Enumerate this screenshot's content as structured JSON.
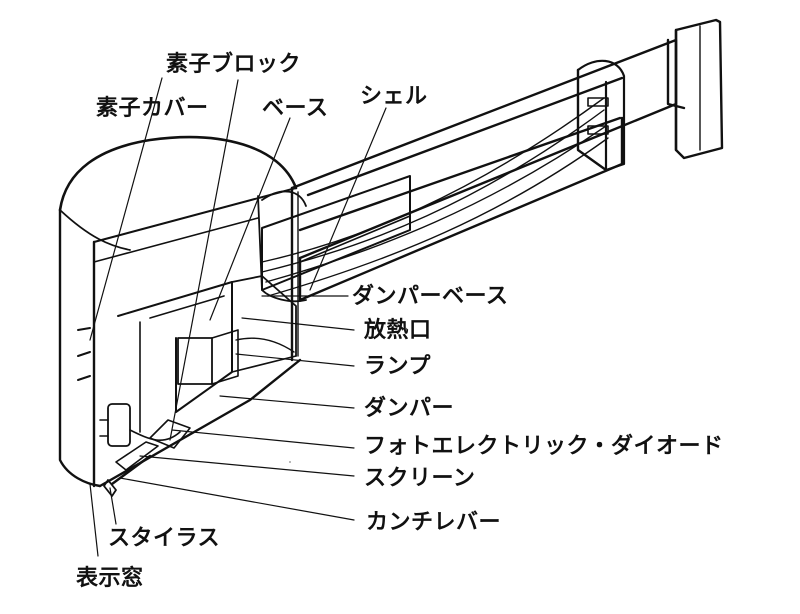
{
  "diagram": {
    "labels": {
      "element_cover": "素子カバー",
      "element_block": "素子ブロック",
      "base": "ベース",
      "shell": "シェル",
      "damper_base": "ダンパーベース",
      "heat_vent": "放熱口",
      "lamp": "ランプ",
      "damper": "ダンパー",
      "photo_diode": "フォトエレクトリック・ダイオード",
      "screen": "スクリーン",
      "cantilever": "カンチレバー",
      "stylus": "スタイラス",
      "display_window": "表示窓"
    }
  },
  "colors": {
    "ink": "#111111",
    "paper": "#ffffff",
    "shade": "#e6e6e6"
  }
}
